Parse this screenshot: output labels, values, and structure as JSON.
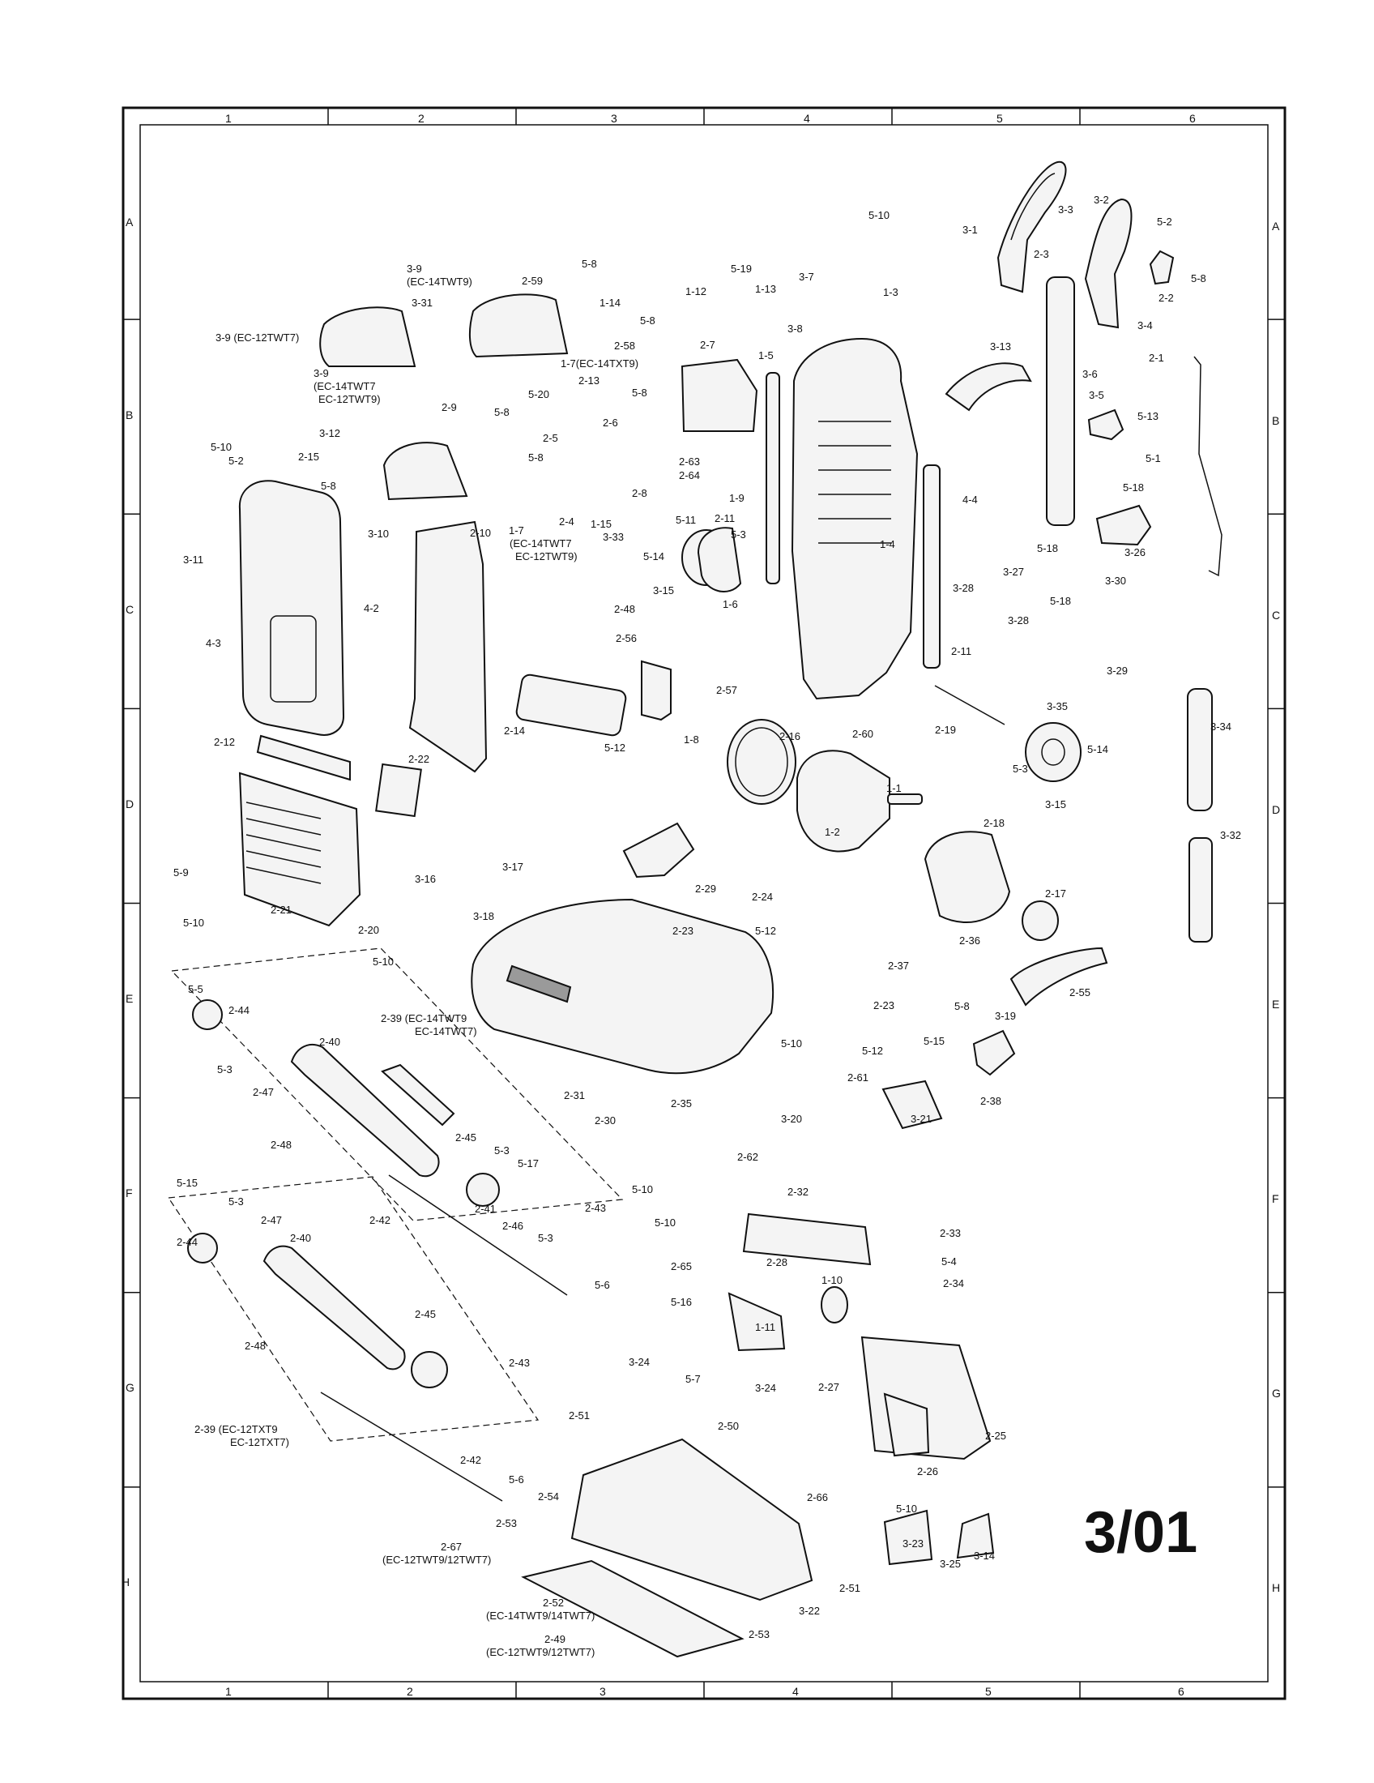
{
  "revision": "3/01",
  "grid": {
    "columns": [
      "1",
      "2",
      "3",
      "4",
      "5",
      "6"
    ],
    "rows": [
      "A",
      "B",
      "C",
      "D",
      "E",
      "F",
      "G",
      "H"
    ]
  },
  "callouts": [
    {
      "id": "c1",
      "text": "3-9 (EC-12TWT7)"
    },
    {
      "id": "c2",
      "text": "3-9"
    },
    {
      "id": "c3",
      "text": "(EC-14TWT9)"
    },
    {
      "id": "c4",
      "text": "3-31"
    },
    {
      "id": "c5",
      "text": "2-59"
    },
    {
      "id": "c6",
      "text": "5-8"
    },
    {
      "id": "c7",
      "text": "1-14"
    },
    {
      "id": "c8",
      "text": "5-8"
    },
    {
      "id": "c9",
      "text": "2-58"
    },
    {
      "id": "c10",
      "text": "1-7(EC-14TXT9)"
    },
    {
      "id": "c11",
      "text": "5-19"
    },
    {
      "id": "c12",
      "text": "1-12"
    },
    {
      "id": "c13",
      "text": "1-13"
    },
    {
      "id": "c14",
      "text": "3-7"
    },
    {
      "id": "c15",
      "text": "5-10"
    },
    {
      "id": "c16",
      "text": "1-3"
    },
    {
      "id": "c17",
      "text": "3-8"
    },
    {
      "id": "c18",
      "text": "2-7"
    },
    {
      "id": "c19",
      "text": "1-5"
    },
    {
      "id": "c20",
      "text": "3-1"
    },
    {
      "id": "c21",
      "text": "3-3"
    },
    {
      "id": "c22",
      "text": "3-2"
    },
    {
      "id": "c23",
      "text": "2-3"
    },
    {
      "id": "c24",
      "text": "5-2"
    },
    {
      "id": "c25",
      "text": "5-8"
    },
    {
      "id": "c26",
      "text": "2-2"
    },
    {
      "id": "c27",
      "text": "3-4"
    },
    {
      "id": "c28",
      "text": "2-1"
    },
    {
      "id": "c29",
      "text": "3-6"
    },
    {
      "id": "c30",
      "text": "3-13"
    },
    {
      "id": "c31",
      "text": "3-5"
    },
    {
      "id": "c32",
      "text": "5-13"
    },
    {
      "id": "c33",
      "text": "5-1"
    },
    {
      "id": "c34",
      "text": "5-18"
    },
    {
      "id": "c35",
      "text": "3-9"
    },
    {
      "id": "c36",
      "text": "(EC-14TWT7"
    },
    {
      "id": "c37",
      "text": "EC-12TWT9)"
    },
    {
      "id": "c38",
      "text": "3-12"
    },
    {
      "id": "c39",
      "text": "5-10"
    },
    {
      "id": "c40",
      "text": "5-2"
    },
    {
      "id": "c41",
      "text": "2-15"
    },
    {
      "id": "c42",
      "text": "5-8"
    },
    {
      "id": "c43",
      "text": "2-9"
    },
    {
      "id": "c44",
      "text": "5-8"
    },
    {
      "id": "c45",
      "text": "3-10"
    },
    {
      "id": "c46",
      "text": "2-10"
    },
    {
      "id": "c47",
      "text": "2-13"
    },
    {
      "id": "c48",
      "text": "5-20"
    },
    {
      "id": "c49",
      "text": "5-8"
    },
    {
      "id": "c50",
      "text": "2-6"
    },
    {
      "id": "c51",
      "text": "2-5"
    },
    {
      "id": "c52",
      "text": "5-8"
    },
    {
      "id": "c53",
      "text": "2-4"
    },
    {
      "id": "c54",
      "text": "1-15"
    },
    {
      "id": "c55",
      "text": "1-7"
    },
    {
      "id": "c56",
      "text": "(EC-14TWT7"
    },
    {
      "id": "c57",
      "text": "EC-12TWT9)"
    },
    {
      "id": "c58",
      "text": "2-63"
    },
    {
      "id": "c59",
      "text": "2-64"
    },
    {
      "id": "c60",
      "text": "2-8"
    },
    {
      "id": "c61",
      "text": "1-9"
    },
    {
      "id": "c62",
      "text": "5-11"
    },
    {
      "id": "c63",
      "text": "2-11"
    },
    {
      "id": "c64",
      "text": "3-33"
    },
    {
      "id": "c65",
      "text": "5-14"
    },
    {
      "id": "c66",
      "text": "5-3"
    },
    {
      "id": "c67",
      "text": "3-15"
    },
    {
      "id": "c68",
      "text": "1-4"
    },
    {
      "id": "c69",
      "text": "4-4"
    },
    {
      "id": "c70",
      "text": "5-18"
    },
    {
      "id": "c71",
      "text": "3-26"
    },
    {
      "id": "c72",
      "text": "3-27"
    },
    {
      "id": "c73",
      "text": "3-30"
    },
    {
      "id": "c74",
      "text": "3-28"
    },
    {
      "id": "c75",
      "text": "5-18"
    },
    {
      "id": "c76",
      "text": "3-28"
    },
    {
      "id": "c77",
      "text": "3-29"
    },
    {
      "id": "c78",
      "text": "3-11"
    },
    {
      "id": "c79",
      "text": "4-2"
    },
    {
      "id": "c80",
      "text": "4-3"
    },
    {
      "id": "c81",
      "text": "2-48"
    },
    {
      "id": "c82",
      "text": "1-6"
    },
    {
      "id": "c83",
      "text": "2-56"
    },
    {
      "id": "c84",
      "text": "2-57"
    },
    {
      "id": "c85",
      "text": "1-8"
    },
    {
      "id": "c86",
      "text": "2-11"
    },
    {
      "id": "c87",
      "text": "3-35"
    },
    {
      "id": "c88",
      "text": "2-14"
    },
    {
      "id": "c89",
      "text": "2-60"
    },
    {
      "id": "c90",
      "text": "2-19"
    },
    {
      "id": "c91",
      "text": "2-16"
    },
    {
      "id": "c92",
      "text": "5-3"
    },
    {
      "id": "c93",
      "text": "5-14"
    },
    {
      "id": "c94",
      "text": "3-15"
    },
    {
      "id": "c95",
      "text": "3-34"
    },
    {
      "id": "c96",
      "text": "2-12"
    },
    {
      "id": "c97",
      "text": "2-22"
    },
    {
      "id": "c98",
      "text": "5-12"
    },
    {
      "id": "c99",
      "text": "1-1"
    },
    {
      "id": "c100",
      "text": "1-2"
    },
    {
      "id": "c101",
      "text": "2-18"
    },
    {
      "id": "c102",
      "text": "3-32"
    },
    {
      "id": "c103",
      "text": "5-9"
    },
    {
      "id": "c104",
      "text": "3-16"
    },
    {
      "id": "c105",
      "text": "3-17"
    },
    {
      "id": "c106",
      "text": "2-29"
    },
    {
      "id": "c107",
      "text": "2-24"
    },
    {
      "id": "c108",
      "text": "2-17"
    },
    {
      "id": "c109",
      "text": "5-10"
    },
    {
      "id": "c110",
      "text": "2-21"
    },
    {
      "id": "c111",
      "text": "3-18"
    },
    {
      "id": "c112",
      "text": "2-23"
    },
    {
      "id": "c113",
      "text": "5-12"
    },
    {
      "id": "c114",
      "text": "2-20"
    },
    {
      "id": "c115",
      "text": "5-10"
    },
    {
      "id": "c116",
      "text": "2-36"
    },
    {
      "id": "c117",
      "text": "2-55"
    },
    {
      "id": "c118",
      "text": "5-5"
    },
    {
      "id": "c119",
      "text": "2-44"
    },
    {
      "id": "c120",
      "text": "2-39 (EC-14TWT9"
    },
    {
      "id": "c121",
      "text": "EC-14TWT7)"
    },
    {
      "id": "c122",
      "text": "2-37"
    },
    {
      "id": "c123",
      "text": "5-8"
    },
    {
      "id": "c124",
      "text": "2-23"
    },
    {
      "id": "c125",
      "text": "3-19"
    },
    {
      "id": "c126",
      "text": "2-40"
    },
    {
      "id": "c127",
      "text": "5-10"
    },
    {
      "id": "c128",
      "text": "5-12"
    },
    {
      "id": "c129",
      "text": "5-15"
    },
    {
      "id": "c130",
      "text": "5-3"
    },
    {
      "id": "c131",
      "text": "2-47"
    },
    {
      "id": "c132",
      "text": "2-61"
    },
    {
      "id": "c133",
      "text": "2-31"
    },
    {
      "id": "c134",
      "text": "3-20"
    },
    {
      "id": "c135",
      "text": "3-21"
    },
    {
      "id": "c136",
      "text": "2-38"
    },
    {
      "id": "c137",
      "text": "2-48"
    },
    {
      "id": "c138",
      "text": "2-45"
    },
    {
      "id": "c139",
      "text": "2-30"
    },
    {
      "id": "c140",
      "text": "2-35"
    },
    {
      "id": "c141",
      "text": "5-3"
    },
    {
      "id": "c142",
      "text": "5-17"
    },
    {
      "id": "c143",
      "text": "2-62"
    },
    {
      "id": "c144",
      "text": "2-41"
    },
    {
      "id": "c145",
      "text": "5-10"
    },
    {
      "id": "c146",
      "text": "5-15"
    },
    {
      "id": "c147",
      "text": "5-3"
    },
    {
      "id": "c148",
      "text": "2-47"
    },
    {
      "id": "c149",
      "text": "2-42"
    },
    {
      "id": "c150",
      "text": "2-46"
    },
    {
      "id": "c151",
      "text": "2-43"
    },
    {
      "id": "c152",
      "text": "5-3"
    },
    {
      "id": "c153",
      "text": "2-32"
    },
    {
      "id": "c154",
      "text": "5-10"
    },
    {
      "id": "c155",
      "text": "2-33"
    },
    {
      "id": "c156",
      "text": "2-44"
    },
    {
      "id": "c157",
      "text": "2-40"
    },
    {
      "id": "c158",
      "text": "2-65"
    },
    {
      "id": "c159",
      "text": "2-28"
    },
    {
      "id": "c160",
      "text": "5-4"
    },
    {
      "id": "c161",
      "text": "2-34"
    },
    {
      "id": "c162",
      "text": "5-6"
    },
    {
      "id": "c163",
      "text": "5-16"
    },
    {
      "id": "c164",
      "text": "1-10"
    },
    {
      "id": "c165",
      "text": "1-11"
    },
    {
      "id": "c166",
      "text": "2-48"
    },
    {
      "id": "c167",
      "text": "2-45"
    },
    {
      "id": "c168",
      "text": "2-43"
    },
    {
      "id": "c169",
      "text": "3-24"
    },
    {
      "id": "c170",
      "text": "5-7"
    },
    {
      "id": "c171",
      "text": "3-24"
    },
    {
      "id": "c172",
      "text": "2-27"
    },
    {
      "id": "c173",
      "text": "2-25"
    },
    {
      "id": "c174",
      "text": "2-39 (EC-12TXT9"
    },
    {
      "id": "c175",
      "text": "EC-12TXT7)"
    },
    {
      "id": "c176",
      "text": "2-51"
    },
    {
      "id": "c177",
      "text": "2-50"
    },
    {
      "id": "c178",
      "text": "2-42"
    },
    {
      "id": "c179",
      "text": "5-6"
    },
    {
      "id": "c180",
      "text": "2-26"
    },
    {
      "id": "c181",
      "text": "2-66"
    },
    {
      "id": "c182",
      "text": "2-54"
    },
    {
      "id": "c183",
      "text": "5-10"
    },
    {
      "id": "c184",
      "text": "2-53"
    },
    {
      "id": "c185",
      "text": "2-67"
    },
    {
      "id": "c186",
      "text": "(EC-12TWT9/12TWT7)"
    },
    {
      "id": "c187",
      "text": "3-23"
    },
    {
      "id": "c188",
      "text": "3-14"
    },
    {
      "id": "c189",
      "text": "3-25"
    },
    {
      "id": "c190",
      "text": "2-51"
    },
    {
      "id": "c191",
      "text": "2-52"
    },
    {
      "id": "c192",
      "text": "(EC-14TWT9/14TWT7)"
    },
    {
      "id": "c193",
      "text": "3-22"
    },
    {
      "id": "c194",
      "text": "2-49"
    },
    {
      "id": "c195",
      "text": "(EC-12TWT9/12TWT7)"
    },
    {
      "id": "c196",
      "text": "2-53"
    }
  ]
}
